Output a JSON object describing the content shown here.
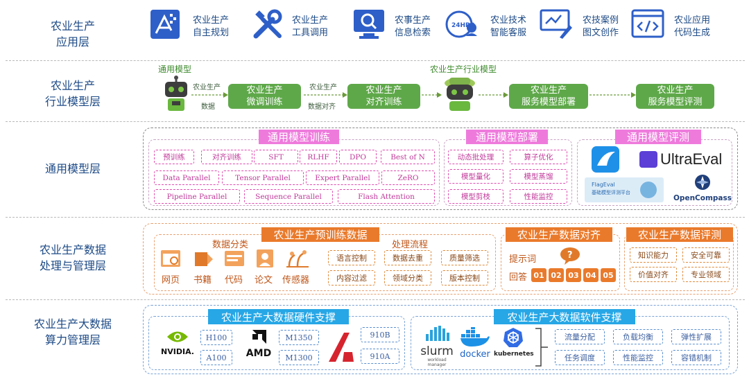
{
  "layers": {
    "app": "农业生产\n应用层",
    "industry": "农业生产\n行业模型层",
    "general": "通用模型层",
    "data": "农业生产数据\n处理与管理层",
    "compute": "农业生产大数据\n算力管理层"
  },
  "apps": [
    {
      "l1": "农业生产",
      "l2": "自主规划",
      "icon": "planning-icon"
    },
    {
      "l1": "农业生产",
      "l2": "工具调用",
      "icon": "tools-icon"
    },
    {
      "l1": "农事生产",
      "l2": "信息检索",
      "icon": "search-monitor-icon"
    },
    {
      "l1": "农业技术",
      "l2": "智能客服",
      "icon": "customer-service-icon"
    },
    {
      "l1": "农技案例",
      "l2": "图文创作",
      "icon": "drawing-tablet-icon"
    },
    {
      "l1": "农业应用",
      "l2": "代码生成",
      "icon": "code-window-icon"
    }
  ],
  "industry": {
    "general_model": "通用模型",
    "industry_model": "农业生产行业模型",
    "arrow1_top": "农业生产",
    "arrow1_bottom": "数据",
    "arrow2_top": "农业生产",
    "arrow2_bottom": "数据对齐",
    "box1": [
      "农业生产",
      "微调训练"
    ],
    "box2": [
      "农业生产",
      "对齐训练"
    ],
    "box3": [
      "农业生产",
      "服务模型部署"
    ],
    "box4": [
      "农业生产",
      "服务模型评测"
    ]
  },
  "general": {
    "train_title": "通用模型训练",
    "deploy_title": "通用模型部署",
    "eval_title": "通用模型评测",
    "train_row1": [
      "预训练",
      "对齐训练",
      "SFT",
      "RLHF",
      "DPO",
      "Best of N"
    ],
    "train_row2": [
      "Data Parallel",
      "Tensor Parallel",
      "Expert Parallel",
      "ZeRO"
    ],
    "train_row3": [
      "Pipeline Parallel",
      "Sequence Parallel",
      "Flash Attention"
    ],
    "deploy": [
      "动态批处理",
      "算子优化",
      "模型量化",
      "模型蒸馏",
      "模型剪枝",
      "性能监控"
    ],
    "eval_logos": {
      "ultra": "UltraEval",
      "flag": "FlagEval",
      "flag_sub": "基础模型评测平台",
      "oc": "OpenCompass"
    }
  },
  "data": {
    "pretrain_title": "农业生产预训练数据",
    "align_title": "农业生产数据对齐",
    "eval_title": "农业生产数据评测",
    "class_title": "数据分类",
    "flow_title": "处理流程",
    "classes": [
      "网页",
      "书籍",
      "代码",
      "论文",
      "传感器"
    ],
    "flow": [
      "语言控制",
      "数据去重",
      "质量筛选",
      "内容过滤",
      "领域分类",
      "版本控制"
    ],
    "prompt": "提示词",
    "answer": "回答",
    "nums": [
      "01",
      "02",
      "03",
      "04",
      "05"
    ],
    "eval_items": [
      "知识能力",
      "安全可靠",
      "价值对齐",
      "专业领域"
    ]
  },
  "compute": {
    "hw_title": "农业生产大数据硬件支撑",
    "sw_title": "农业生产大数据软件支撑",
    "nvidia": "NVIDIA.",
    "amd": "AMD",
    "nv_models": [
      "H100",
      "A100"
    ],
    "amd_models": [
      "M1350",
      "M1300"
    ],
    "asc_models": [
      "910B",
      "910A"
    ],
    "slurm": "slurm",
    "slurm_sub": "workload manager",
    "docker": "docker",
    "k8s": "kubernetes",
    "sw_items": [
      "流量分配",
      "负载均衡",
      "弹性扩展",
      "任务调度",
      "性能监控",
      "容错机制"
    ]
  }
}
